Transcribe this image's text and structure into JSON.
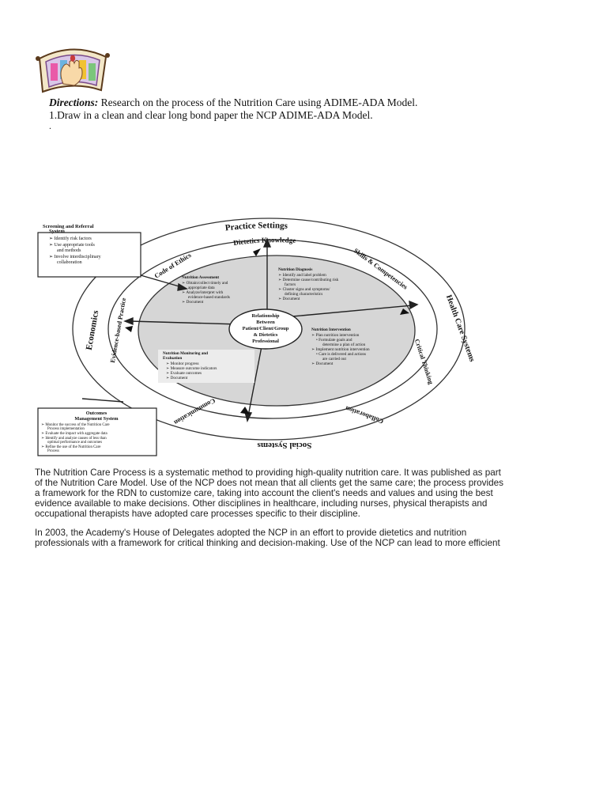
{
  "header": {
    "directions_label": "Directions:",
    "directions_text": "Research on the process of the Nutrition Care using ADIME-ADA Model.",
    "step1": "1.Draw in a clean and clear long bond paper the NCP ADIME-ADA Model.",
    "dot": "."
  },
  "diagram": {
    "outer_ring_top": "Practice Settings",
    "outer_ring_right": "Health Care Systems",
    "outer_ring_bottom": "Social Systems",
    "outer_ring_left": "Economics",
    "inner_ring_top": "Dietetics Knowledge",
    "inner_ring_top_right": "Skills & Competencies",
    "inner_ring_right": "Critical Thinking",
    "inner_ring_bottom_right": "Collaboration",
    "inner_ring_bottom_left": "Communication",
    "inner_ring_left": "Evidence-based Practice",
    "inner_ring_top_left": "Code of Ethics",
    "center": [
      "Relationship",
      "Between",
      "Patient/Client/Group",
      "& Dietetics",
      "Professional"
    ],
    "screening": {
      "title": [
        "Screening and Referral",
        "System"
      ],
      "items": [
        "Identify risk factors",
        "Use appropriate tools",
        "and methods",
        "Involve interdisciplinary",
        "collaboration"
      ]
    },
    "assessment": {
      "title": "Nutrition Assessment",
      "items": [
        "Obtain/collect timely and",
        "appropriate data",
        "Analyze/interpret with",
        "evidence-based standards",
        "Document"
      ]
    },
    "diagnosis": {
      "title": "Nutrition Diagnosis",
      "items": [
        "Identify and label problem",
        "Determine cause/contributing risk",
        "factors",
        "Cluster signs and symptoms/",
        "defining characteristics",
        "Document"
      ]
    },
    "intervention": {
      "title": "Nutrition Intervention",
      "items": [
        "Plan nutrition intervention",
        "Formulate goals and",
        "determine a plan of action",
        "Implement nutrition intervention",
        "Care is delivered and actions",
        "are carried out",
        "Document"
      ]
    },
    "monitoring": {
      "title": [
        "Nutrition Monitoring and",
        "Evaluation"
      ],
      "items": [
        "Monitor progress",
        "Measure outcome indicators",
        "Evaluate outcomes",
        "Document"
      ]
    },
    "outcomes": {
      "title": [
        "Outcomes",
        "Management System"
      ],
      "items": [
        "Monitor the success of the Nutrition Care",
        "Process implementation",
        "Evaluate the impact with aggregate data",
        "Identify and analyze causes of less than",
        "optimal performance and outcomes",
        "Refine the use of the Nutrition Care",
        "Process"
      ]
    }
  },
  "paragraphs": {
    "p1": [
      "The Nutrition Care Process is a systematic method to providing high-quality nutrition care. It was published as part",
      "of the Nutrition Care Model. Use of the NCP does not mean that all clients get the same care; the process provides",
      "a framework for the RDN to customize care, taking into account the client's needs and values and using the best",
      "evidence available to make decisions. Other disciplines in healthcare, including nurses, physical therapists and",
      "occupational therapists have adopted care processes specific to their discipline."
    ],
    "p2": [
      "In 2003, the Academy's House of Delegates adopted the NCP in an effort to provide dietetics and nutrition",
      "professionals with a framework for critical thinking and decision-making. Use of the NCP can lead to more efficient"
    ]
  }
}
